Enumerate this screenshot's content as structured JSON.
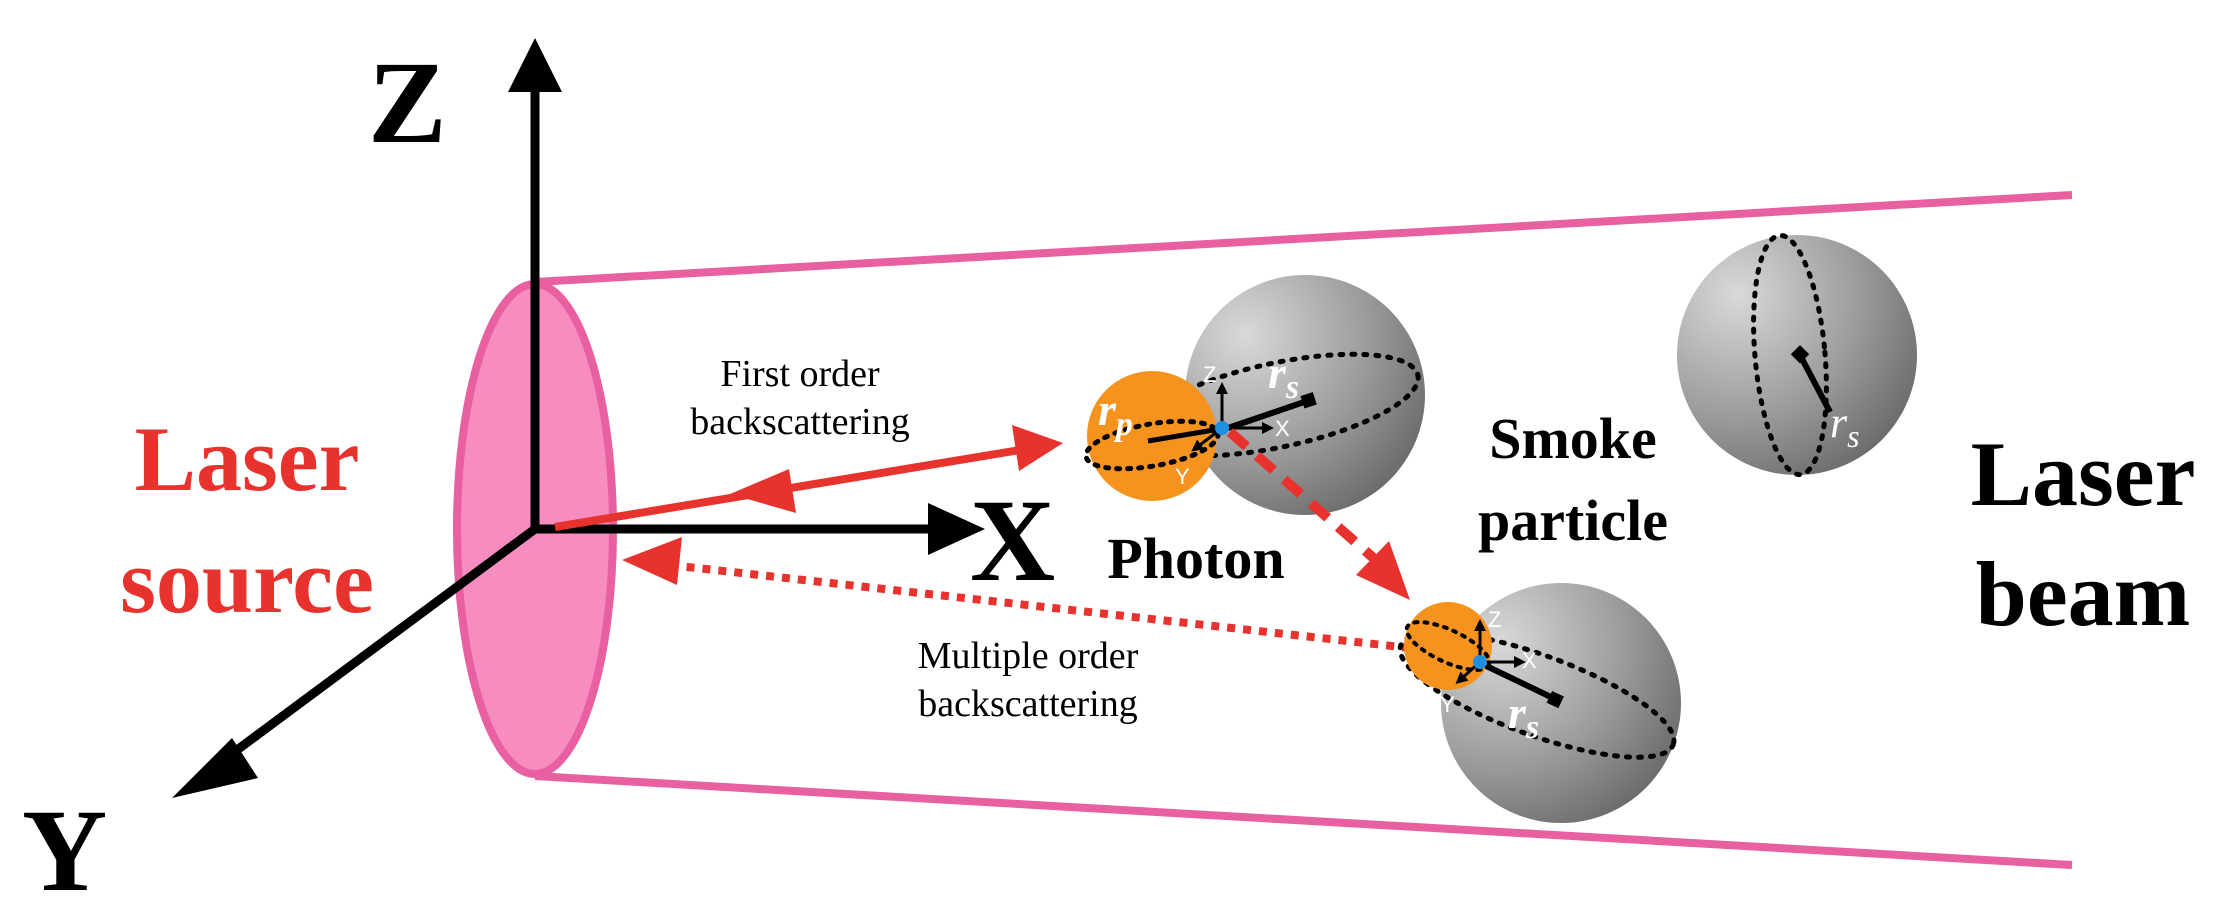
{
  "axes": {
    "z": "Z",
    "x": "X",
    "y": "Y"
  },
  "labels": {
    "laser_source_1": "Laser",
    "laser_source_2": "source",
    "first_order_1": "First order",
    "first_order_2": "backscattering",
    "multiple_order_1": "Multiple order",
    "multiple_order_2": "backscattering",
    "photon": "Photon",
    "smoke_1": "Smoke",
    "smoke_2": "particle",
    "beam_1": "Laser",
    "beam_2": "beam"
  },
  "symbols": {
    "rp_main": "r",
    "rp_sub": "p",
    "rs_main": "r",
    "rs_sub": "s"
  },
  "local_axes": {
    "z": "Z",
    "x": "X",
    "y": "Y"
  },
  "colors": {
    "laser_red": "#e8322d",
    "beam_pink": "#e8609f",
    "source_fill": "#f78cc0",
    "photon_orange": "#f5931e",
    "hit_point_blue": "#1f8fe0",
    "axis_black": "#000000"
  }
}
